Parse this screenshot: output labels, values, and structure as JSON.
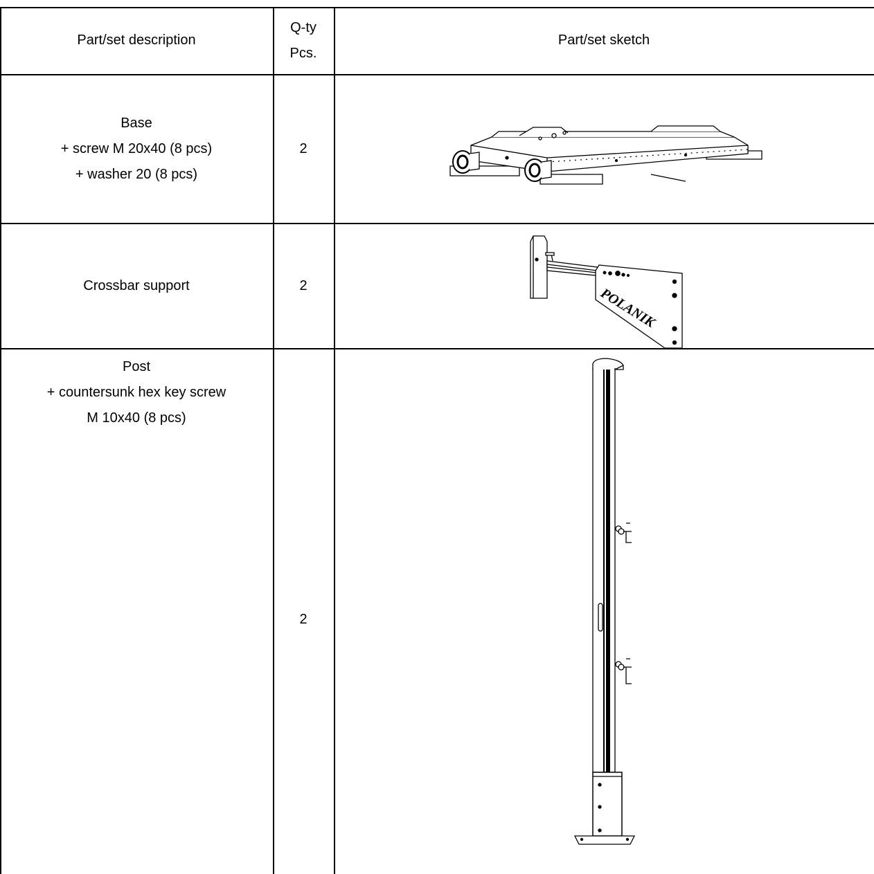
{
  "header": {
    "description": "Part/set description",
    "qty_line1": "Q-ty",
    "qty_line2": "Pcs.",
    "sketch": "Part/set sketch"
  },
  "rows": [
    {
      "lines": [
        "Base",
        "+ screw M 20x40 (8 pcs)",
        "+ washer 20 (8 pcs)"
      ],
      "qty": "2",
      "sketch_icon": "base-frame-drawing"
    },
    {
      "lines": [
        "Crossbar support"
      ],
      "qty": "2",
      "sketch_icon": "crossbar-support-drawing",
      "brand": "POLANIK"
    },
    {
      "lines": [
        "Post",
        "+ countersunk hex key screw",
        "M 10x40 (8 pcs)"
      ],
      "qty": "2",
      "sketch_icon": "post-drawing"
    }
  ]
}
